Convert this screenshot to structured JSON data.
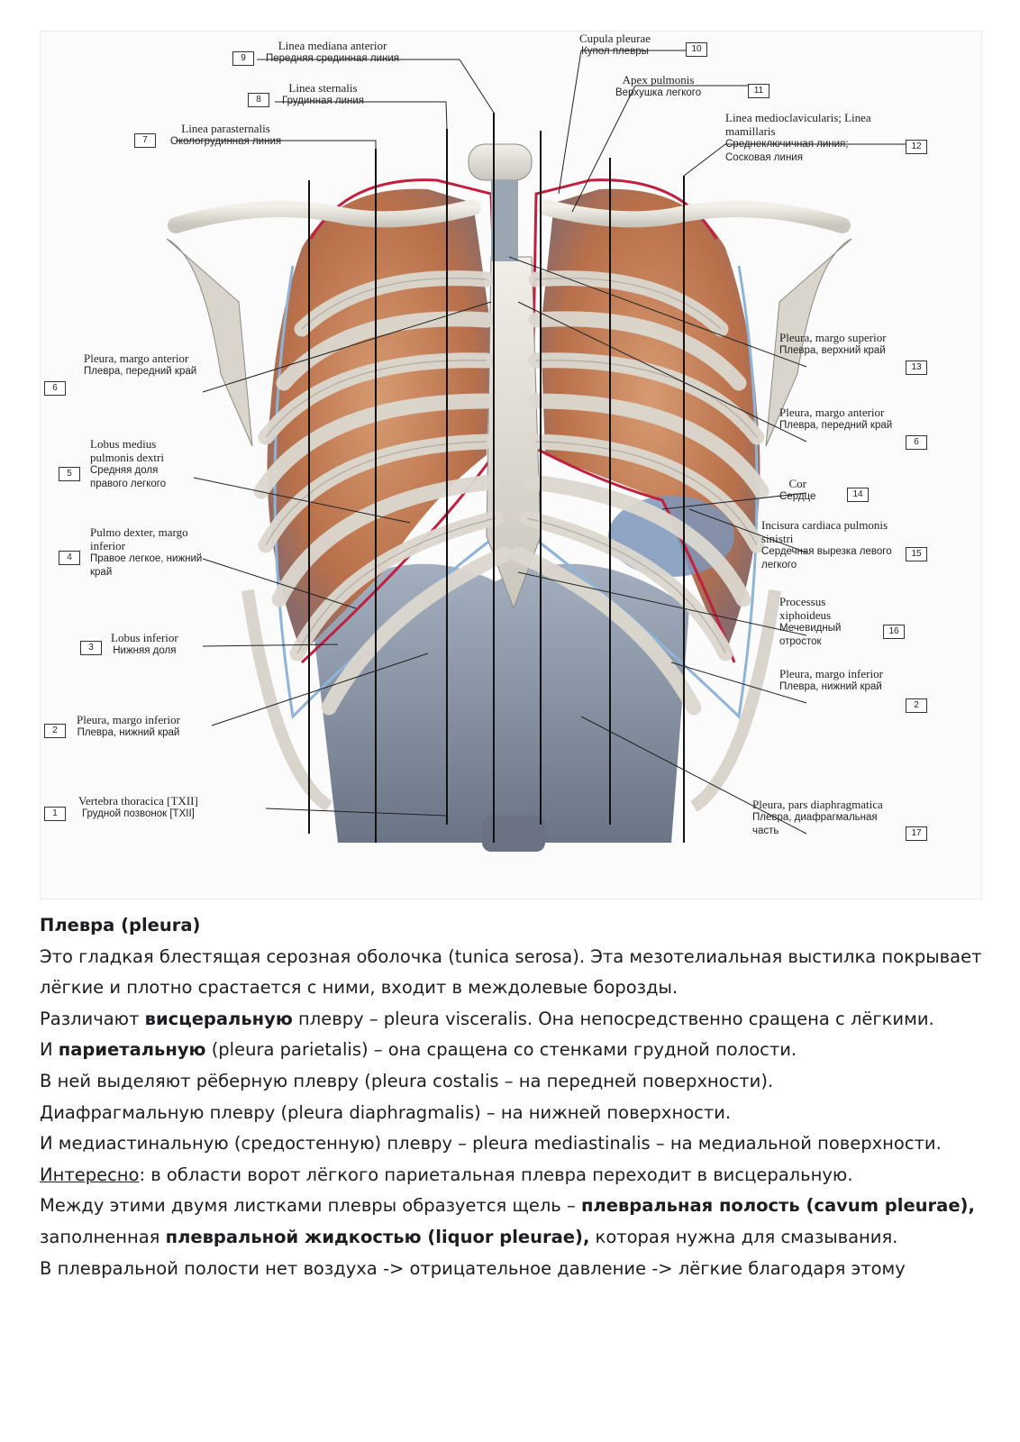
{
  "figure": {
    "labels": [
      {
        "num": "9",
        "latin": "Linea mediana anterior",
        "russian": "Передняя срединная линия"
      },
      {
        "num": "8",
        "latin": "Linea sternalis",
        "russian": "Грудинная линия"
      },
      {
        "num": "7",
        "latin": "Linea parasternalis",
        "russian": "Окологрудинная линия"
      },
      {
        "num": "10",
        "latin": "Cupula pleurae",
        "russian": "Купол плевры"
      },
      {
        "num": "11",
        "latin": "Apex pulmonis",
        "russian": "Верхушка легкого"
      },
      {
        "num": "12",
        "latin": "Linea medioclavicularis; Linea mamillaris",
        "russian": "Среднеключичная линия; Сосковая линия"
      },
      {
        "num": "6",
        "latin": "Pleura, margo anterior",
        "russian": "Плевра, передний край"
      },
      {
        "num": "5",
        "latin": "Lobus medius pulmonis dextri",
        "russian": "Средняя доля правого легкого"
      },
      {
        "num": "4",
        "latin": "Pulmo dexter, margo inferior",
        "russian": "Правое легкое, нижний край"
      },
      {
        "num": "3",
        "latin": "Lobus inferior",
        "russian": "Нижняя доля"
      },
      {
        "num": "2",
        "latin": "Pleura, margo inferior",
        "russian": "Плевра, нижний край"
      },
      {
        "num": "1",
        "latin": "Vertebra thoracica [TXII]",
        "russian": "Грудной позвонок [TXII]"
      },
      {
        "num": "13",
        "latin": "Pleura, margo superior",
        "russian": "Плевра, верхний край"
      },
      {
        "num": "6",
        "latin": "Pleura, margo anterior",
        "russian": "Плевра, передний край"
      },
      {
        "num": "14",
        "latin": "Cor",
        "russian": "Сердце"
      },
      {
        "num": "15",
        "latin": "Incisura cardiaca pulmonis sinistri",
        "russian": "Сердечная вырезка левого легкого"
      },
      {
        "num": "16",
        "latin": "Processus xiphoideus",
        "russian": "Мечевидный отросток"
      },
      {
        "num": "2",
        "latin": "Pleura, margo inferior",
        "russian": "Плевра, нижний край"
      },
      {
        "num": "17",
        "latin": "Pleura, pars diaphragmatica",
        "russian": "Плевра, диафрагмальная часть"
      }
    ]
  },
  "article": {
    "heading": "Плевра (pleura)",
    "p1": "Это гладкая блестящая серозная оболочка (tunica serosa). Эта мезотелиальная выстилка покрывает лёгкие и плотно срастается с ними, входит в междолевые борозды.",
    "p2_pre": "Различают ",
    "p2_bold": "висцеральную",
    "p2_post": " плевру – pleura visceralis. Она непосредственно сращена с лёгкими.",
    "p3_pre": "И ",
    "p3_bold": "париетальную",
    "p3_post": " (pleura parietalis) – она сращена со стенками грудной полости.",
    "p4": "В ней выделяют рёберную плевру (pleura costalis – на передней поверхности).",
    "p5": "Диафрагмальную плевру (pleura diaphragmalis) – на нижней поверхности.",
    "p6": "И медиастинальную (средостенную) плевру – pleura mediastinalis – на медиальной поверхности.",
    "p7_under": "Интересно",
    "p7_post": ": в области ворот лёгкого париетальная плевра переходит в висцеральную.",
    "p8_pre": "Между этими двумя листками плевры образуется щель – ",
    "p8_bold1": "плевральная полость (cavum pleurae),",
    "p8_mid": " заполненная ",
    "p8_bold2": "плевральной жидкостью (liquor pleurae),",
    "p8_post": " которая нужна для смазывания.",
    "p9": "В плевральной полости нет воздуха -> отрицательное давление -> лёгкие благодаря этому"
  }
}
